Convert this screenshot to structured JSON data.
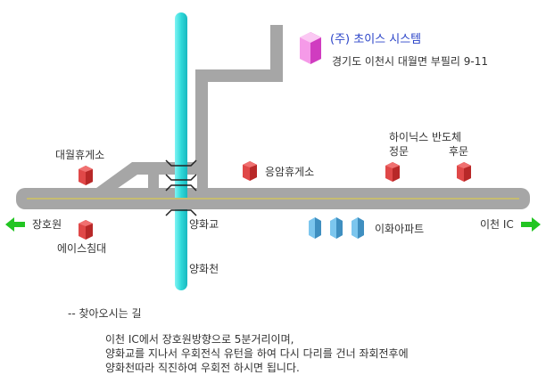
{
  "company": {
    "name": "(주) 초이스 시스템",
    "address": "경기도 이천시 대월면 부필리 9-11"
  },
  "landmarks": {
    "daewol_rest_area": "대월휴게소",
    "eungam_rest_area": "응암휴게소",
    "hynix_main_gate": [
      "하이닉스 반도체",
      "정문"
    ],
    "hynix_back_gate": "후문",
    "ace_bed": "에이스침대",
    "ihwa_apt": "이화아파트",
    "janghowon": "장호원",
    "icheon_ic": "이천 IC",
    "yanghwa_bridge": "양화교",
    "yanghwa_stream": "양화천"
  },
  "directions": {
    "title": "-- 찾아오시는 길",
    "lines": [
      "이천 IC에서  장호원방향으로 5분거리이며,",
      "양화교를 지나서 우회전식 유턴을 하여 다시 다리를 건너 좌회전후에",
      "양화천따라 직진하여 우회전 하시면 됩니다."
    ]
  },
  "colors": {
    "road": "#a6a6a6",
    "road_centerline": "#e6d23a",
    "stream": "#33e0e0",
    "arrow": "#22c522",
    "marker_red": "#e04848",
    "marker_blue": "#5ab0dc",
    "company_marker": "#f25ae0",
    "company_text": "#2b44c8"
  },
  "icons": [
    "left-arrow-icon",
    "right-arrow-icon",
    "building-marker-icon",
    "apartment-icon"
  ]
}
